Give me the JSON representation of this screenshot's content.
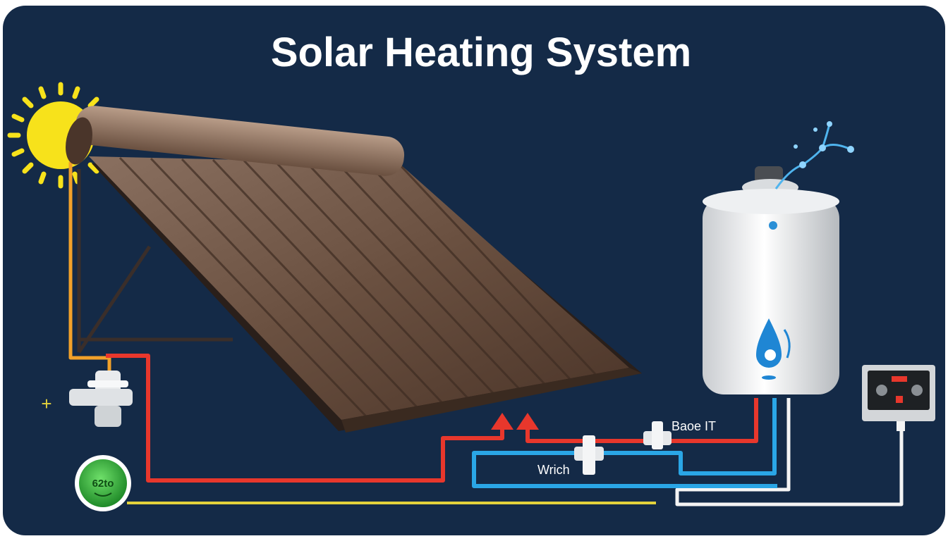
{
  "title": "Solar Heating System",
  "labels": {
    "top_valve": "Baoe IT",
    "bottom_valve": "Wrich",
    "badge": "62to",
    "plus": "+"
  },
  "icons": [
    "sun-icon",
    "solar-collector-panel",
    "storage-tank",
    "water-drop-icon",
    "control-unit",
    "valve-icon",
    "pump-icon",
    "flow-arrow-icon"
  ],
  "colors": {
    "background": "#142a47",
    "hot_pipe": "#e8372c",
    "cold_pipe": "#2aa6e6",
    "sensor_wire": "#f2a12a",
    "return_pipe": "#f4f4f4",
    "ground_wire": "#e3d23c",
    "sun": "#f7e21b",
    "badge": "#2fb53c",
    "panel": "#6e5648"
  }
}
